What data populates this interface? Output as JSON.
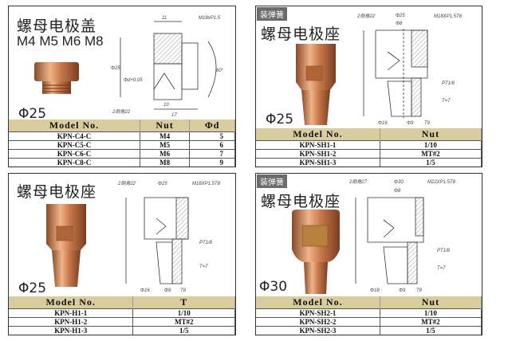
{
  "panels": [
    {
      "title": "螺母电极盖",
      "sizes": "M4 M5 M6 M8",
      "diameter": "Φ25",
      "dims": [
        "11",
        "M18xP1.5",
        "Φ25",
        "Φd+0.05",
        "60°",
        "10",
        "17",
        "2倒角22"
      ],
      "columns": [
        "Model No.",
        "Nut",
        "Φd"
      ],
      "rows": [
        [
          "KPN-C4-C",
          "M4",
          "5"
        ],
        [
          "KPN-C5-C",
          "M5",
          "6"
        ],
        [
          "KPN-C6-C",
          "M6",
          "7"
        ],
        [
          "KPN-C8-C",
          "M8",
          "9"
        ]
      ]
    },
    {
      "tag": "装弹簧",
      "title": "螺母电极座",
      "diameter": "Φ25",
      "dims": [
        "2倒角22",
        "Φ25",
        "Φ8",
        "M18XP1.5T8",
        "PT1/8",
        "T=7",
        "Φ16",
        "Φ9",
        "T9"
      ],
      "columns": [
        "Model No.",
        "Nut"
      ],
      "rows": [
        [
          "KPN-SH1-1",
          "1/10"
        ],
        [
          "KPN-SH1-2",
          "MT#2"
        ],
        [
          "KPN-SH1-3",
          "1/5"
        ]
      ]
    },
    {
      "title": "螺母电极座",
      "diameter": "Φ25",
      "dims": [
        "2倒角22",
        "Φ25",
        "M18XP1.5T8",
        "PT1/8",
        "T=7",
        "Φ16",
        "Φ9",
        "T8"
      ],
      "columns": [
        "Model No.",
        "T"
      ],
      "rows": [
        [
          "KPN-H1-1",
          "1/10"
        ],
        [
          "KPN-H1-2",
          "MT#2"
        ],
        [
          "KPN-H1-3",
          "1/5"
        ]
      ]
    },
    {
      "tag": "装弹簧",
      "title": "螺母电极座",
      "diameter": "Φ30",
      "dims": [
        "2倒角27",
        "Φ30",
        "Φ8",
        "M22XP1.5T8",
        "PT1/8",
        "T=7",
        "Φ18",
        "Φ9",
        "T8"
      ],
      "columns": [
        "Model No.",
        "Nut"
      ],
      "rows": [
        [
          "KPN-SH2-1",
          "1/10"
        ],
        [
          "KPN-SH2-2",
          "MT#2"
        ],
        [
          "KPN-SH2-3",
          "1/5"
        ]
      ]
    }
  ],
  "colors": {
    "copper": "#c8784a",
    "header": "#d9cda0",
    "tag": "#6b6b6b"
  }
}
